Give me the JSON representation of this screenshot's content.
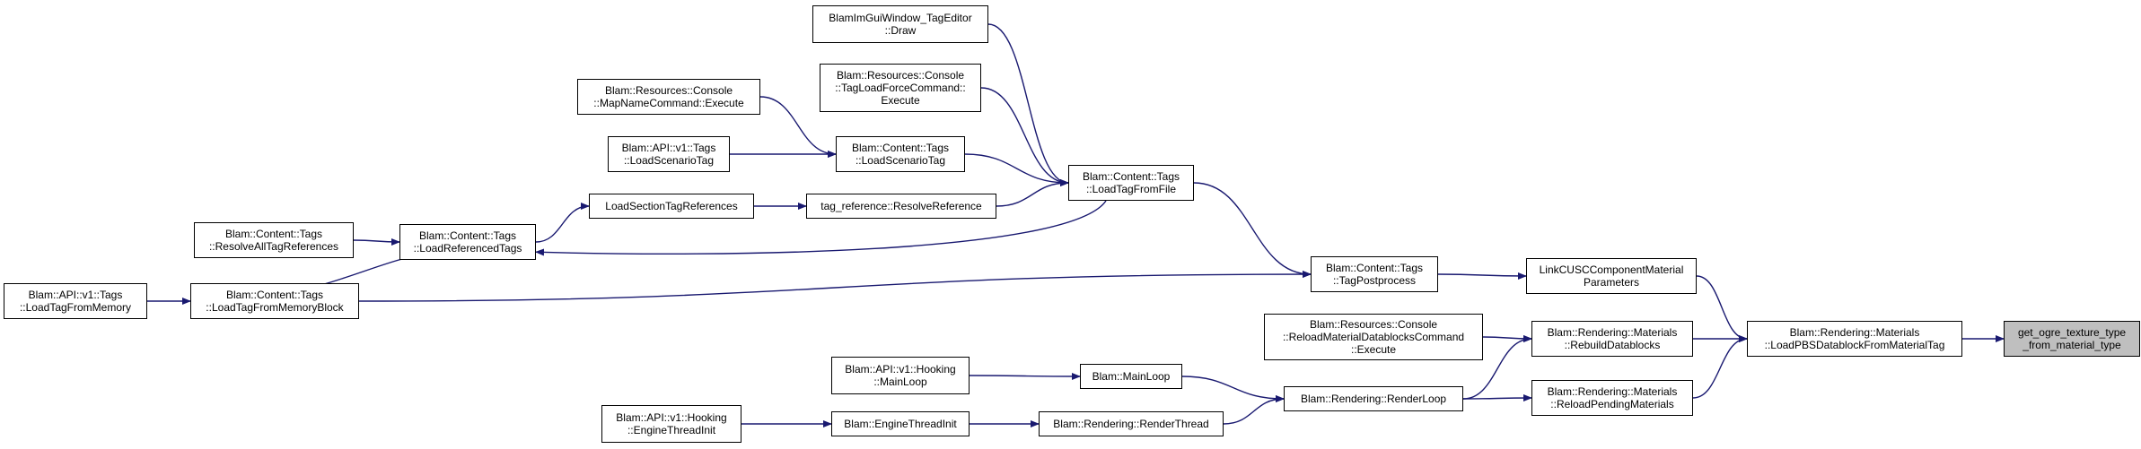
{
  "graph": {
    "edge_color": "#191970",
    "nodes": [
      {
        "id": "n_get_ogre",
        "lines": [
          "get_ogre_texture_type",
          "_from_material_type"
        ],
        "focus": true,
        "fill": "#bfbfbf"
      },
      {
        "id": "n_loadpbs",
        "lines": [
          "Blam::Rendering::Materials",
          "::LoadPBSDatablockFromMaterialTag"
        ]
      },
      {
        "id": "n_linkcusc",
        "lines": [
          "LinkCUSCComponentMaterial",
          "Parameters"
        ]
      },
      {
        "id": "n_rebuild",
        "lines": [
          "Blam::Rendering::Materials",
          "::RebuildDatablocks"
        ]
      },
      {
        "id": "n_reloadpend",
        "lines": [
          "Blam::Rendering::Materials",
          "::ReloadPendingMaterials"
        ]
      },
      {
        "id": "n_tagpost",
        "lines": [
          "Blam::Content::Tags",
          "::TagPostprocess"
        ]
      },
      {
        "id": "n_reloadcmd",
        "lines": [
          "Blam::Resources::Console",
          "::ReloadMaterialDatablocksCommand",
          "::Execute"
        ]
      },
      {
        "id": "n_renderloop",
        "lines": [
          "Blam::Rendering::RenderLoop"
        ]
      },
      {
        "id": "n_loadtagfromfile",
        "lines": [
          "Blam::Content::Tags",
          "::LoadTagFromFile"
        ]
      },
      {
        "id": "n_loadtagfrommemblock",
        "lines": [
          "Blam::Content::Tags",
          "::LoadTagFromMemoryBlock"
        ]
      },
      {
        "id": "n_mainloop",
        "lines": [
          "Blam::MainLoop"
        ]
      },
      {
        "id": "n_renderthread",
        "lines": [
          "Blam::Rendering::RenderThread"
        ]
      },
      {
        "id": "n_imgui",
        "lines": [
          "BlamImGuiWindow_TagEditor",
          "::Draw"
        ]
      },
      {
        "id": "n_tagloadforce",
        "lines": [
          "Blam::Resources::Console",
          "::TagLoadForceCommand::",
          "Execute"
        ]
      },
      {
        "id": "n_loadscenario",
        "lines": [
          "Blam::Content::Tags",
          "::LoadScenarioTag"
        ]
      },
      {
        "id": "n_resolveref",
        "lines": [
          "tag_reference::ResolveReference"
        ]
      },
      {
        "id": "n_apimainloop",
        "lines": [
          "Blam::API::v1::Hooking",
          "::MainLoop"
        ]
      },
      {
        "id": "n_enginethreadinit",
        "lines": [
          "Blam::EngineThreadInit"
        ]
      },
      {
        "id": "n_mapname",
        "lines": [
          "Blam::Resources::Console",
          "::MapNameCommand::Execute"
        ]
      },
      {
        "id": "n_apiloadscenario",
        "lines": [
          "Blam::API::v1::Tags",
          "::LoadScenarioTag"
        ]
      },
      {
        "id": "n_loadsection",
        "lines": [
          "LoadSectionTagReferences"
        ]
      },
      {
        "id": "n_apienginethreadinit",
        "lines": [
          "Blam::API::v1::Hooking",
          "::EngineThreadInit"
        ]
      },
      {
        "id": "n_loadreferenced",
        "lines": [
          "Blam::Content::Tags",
          "::LoadReferencedTags"
        ]
      },
      {
        "id": "n_resolveall",
        "lines": [
          "Blam::Content::Tags",
          "::ResolveAllTagReferences"
        ]
      },
      {
        "id": "n_apiloadfrommem",
        "lines": [
          "Blam::API::v1::Tags",
          "::LoadTagFromMemory"
        ]
      }
    ]
  }
}
